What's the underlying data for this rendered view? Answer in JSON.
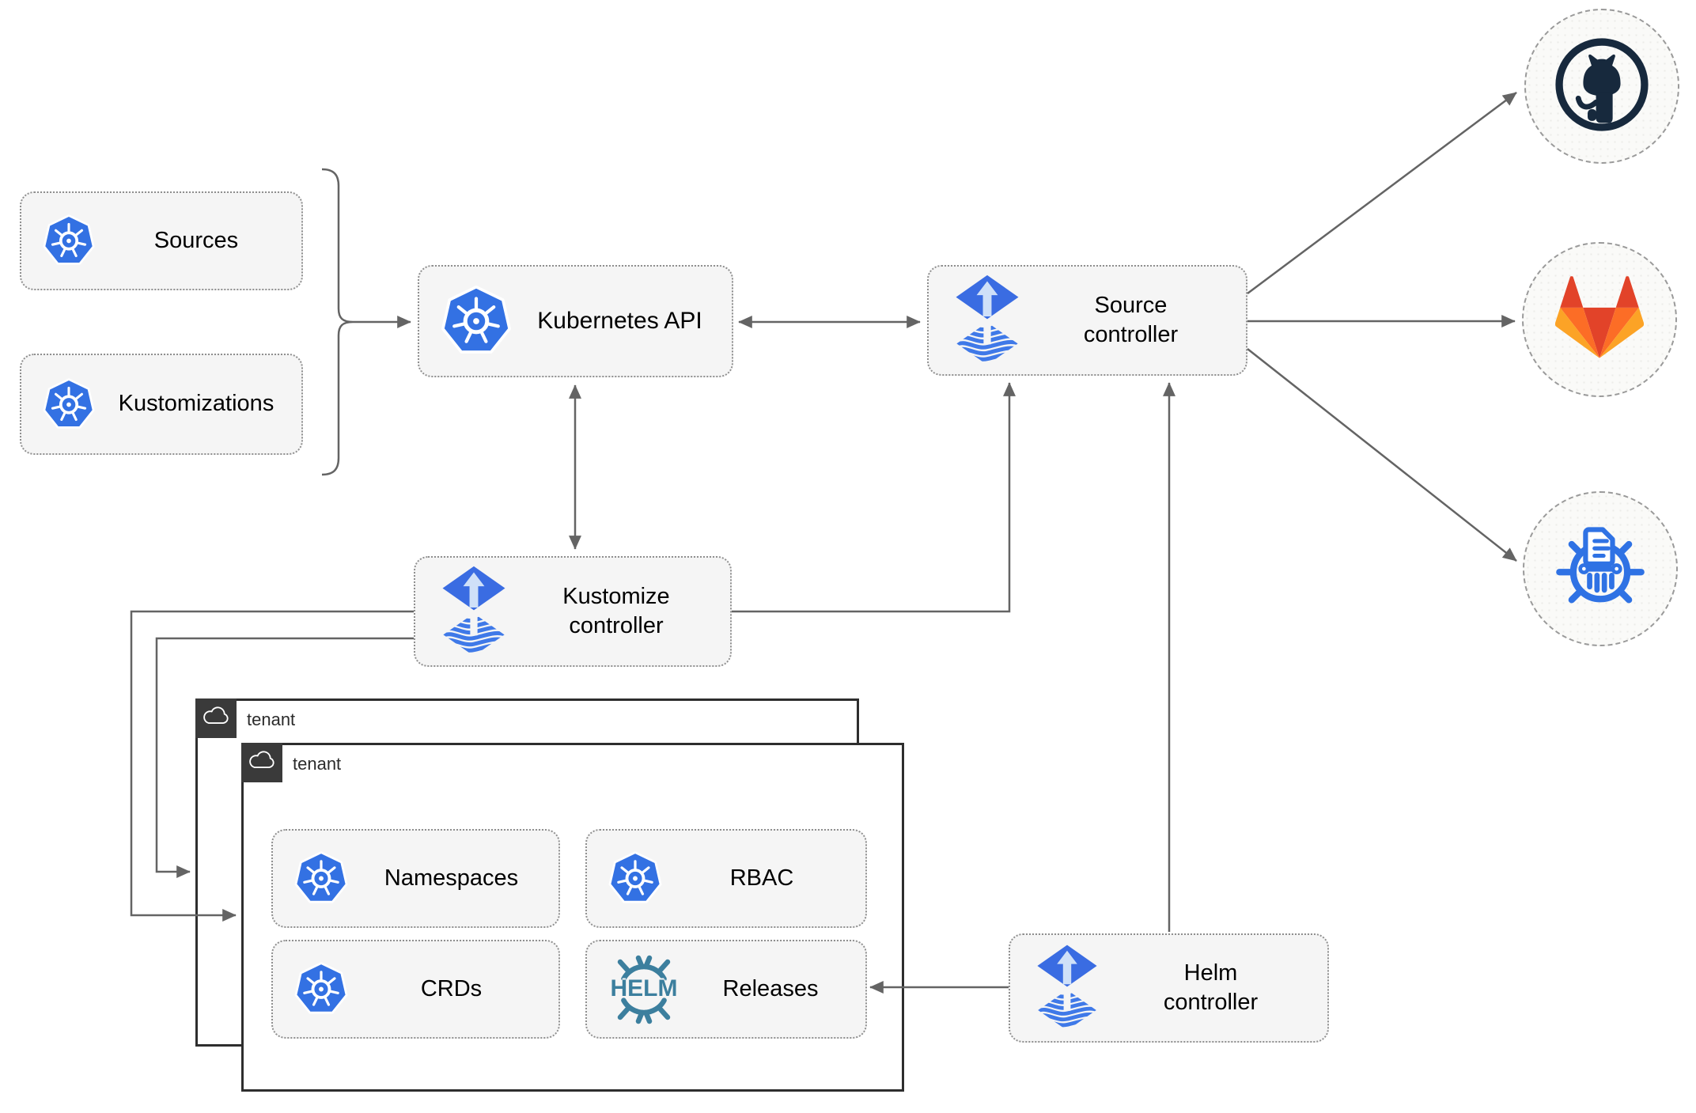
{
  "nodes": {
    "sources": "Sources",
    "kustomizations": "Kustomizations",
    "kubernetes_api": "Kubernetes API",
    "source_controller": "Source\ncontroller",
    "kustomize_controller": "Kustomize\ncontroller",
    "helm_controller": "Helm\ncontroller",
    "namespaces": "Namespaces",
    "rbac": "RBAC",
    "crds": "CRDs",
    "releases": "Releases"
  },
  "tenants": {
    "outer": "tenant",
    "inner": "tenant"
  },
  "logos": {
    "helm_text": "HELM"
  },
  "icons": {
    "kubernetes": "kubernetes-wheel-icon",
    "flux": "flux-arrow-diamond-icon",
    "helm": "helm-ship-wheel-icon",
    "github": "github-octocat-icon",
    "gitlab": "gitlab-tanuki-icon",
    "kustomize": "kustomize-wheel-document-icon",
    "cloud": "cloud-icon"
  },
  "colors": {
    "kubernetes_blue": "#3371e3",
    "flux_blue": "#3a6ce2",
    "flux_stripe_blue": "#3f79e8",
    "helm_teal": "#3c7f9e",
    "github_dark": "#17293d",
    "gitlab_red": "#e24329",
    "gitlab_orange": "#fc6d26",
    "gitlab_amber": "#fca326",
    "kustomize_blue": "#2f72e4",
    "connector_gray": "#646464",
    "node_fill": "#f5f5f5",
    "tenant_tab_dark": "#3a3a3a"
  }
}
